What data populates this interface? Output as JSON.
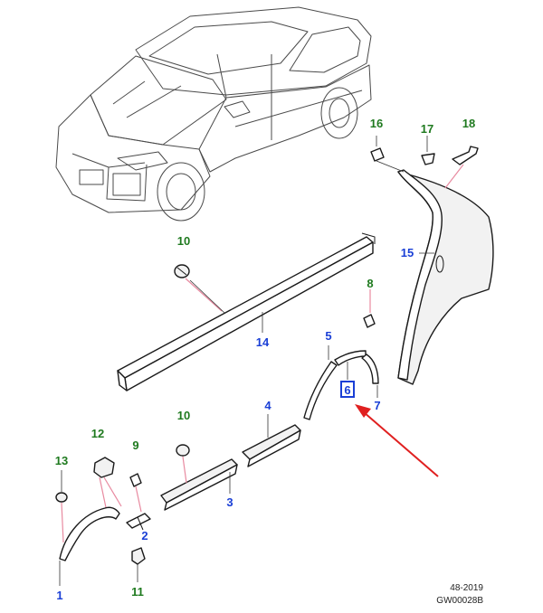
{
  "colors": {
    "callout_blue": "#1a3fd6",
    "callout_green": "#1f7a1f",
    "arrow_red": "#e02020",
    "highlight_blue": "#1a3fd6"
  },
  "callouts": {
    "c1": "1",
    "c2": "2",
    "c3": "3",
    "c4": "4",
    "c5": "5",
    "c6": "6",
    "c7": "7",
    "c8": "8",
    "c9": "9",
    "c10a": "10",
    "c10b": "10",
    "c11": "11",
    "c12": "12",
    "c13": "13",
    "c14": "14",
    "c15": "15",
    "c16": "16",
    "c17": "17",
    "c18": "18"
  },
  "footer": {
    "date": "48-2019",
    "code": "GW00028B"
  }
}
